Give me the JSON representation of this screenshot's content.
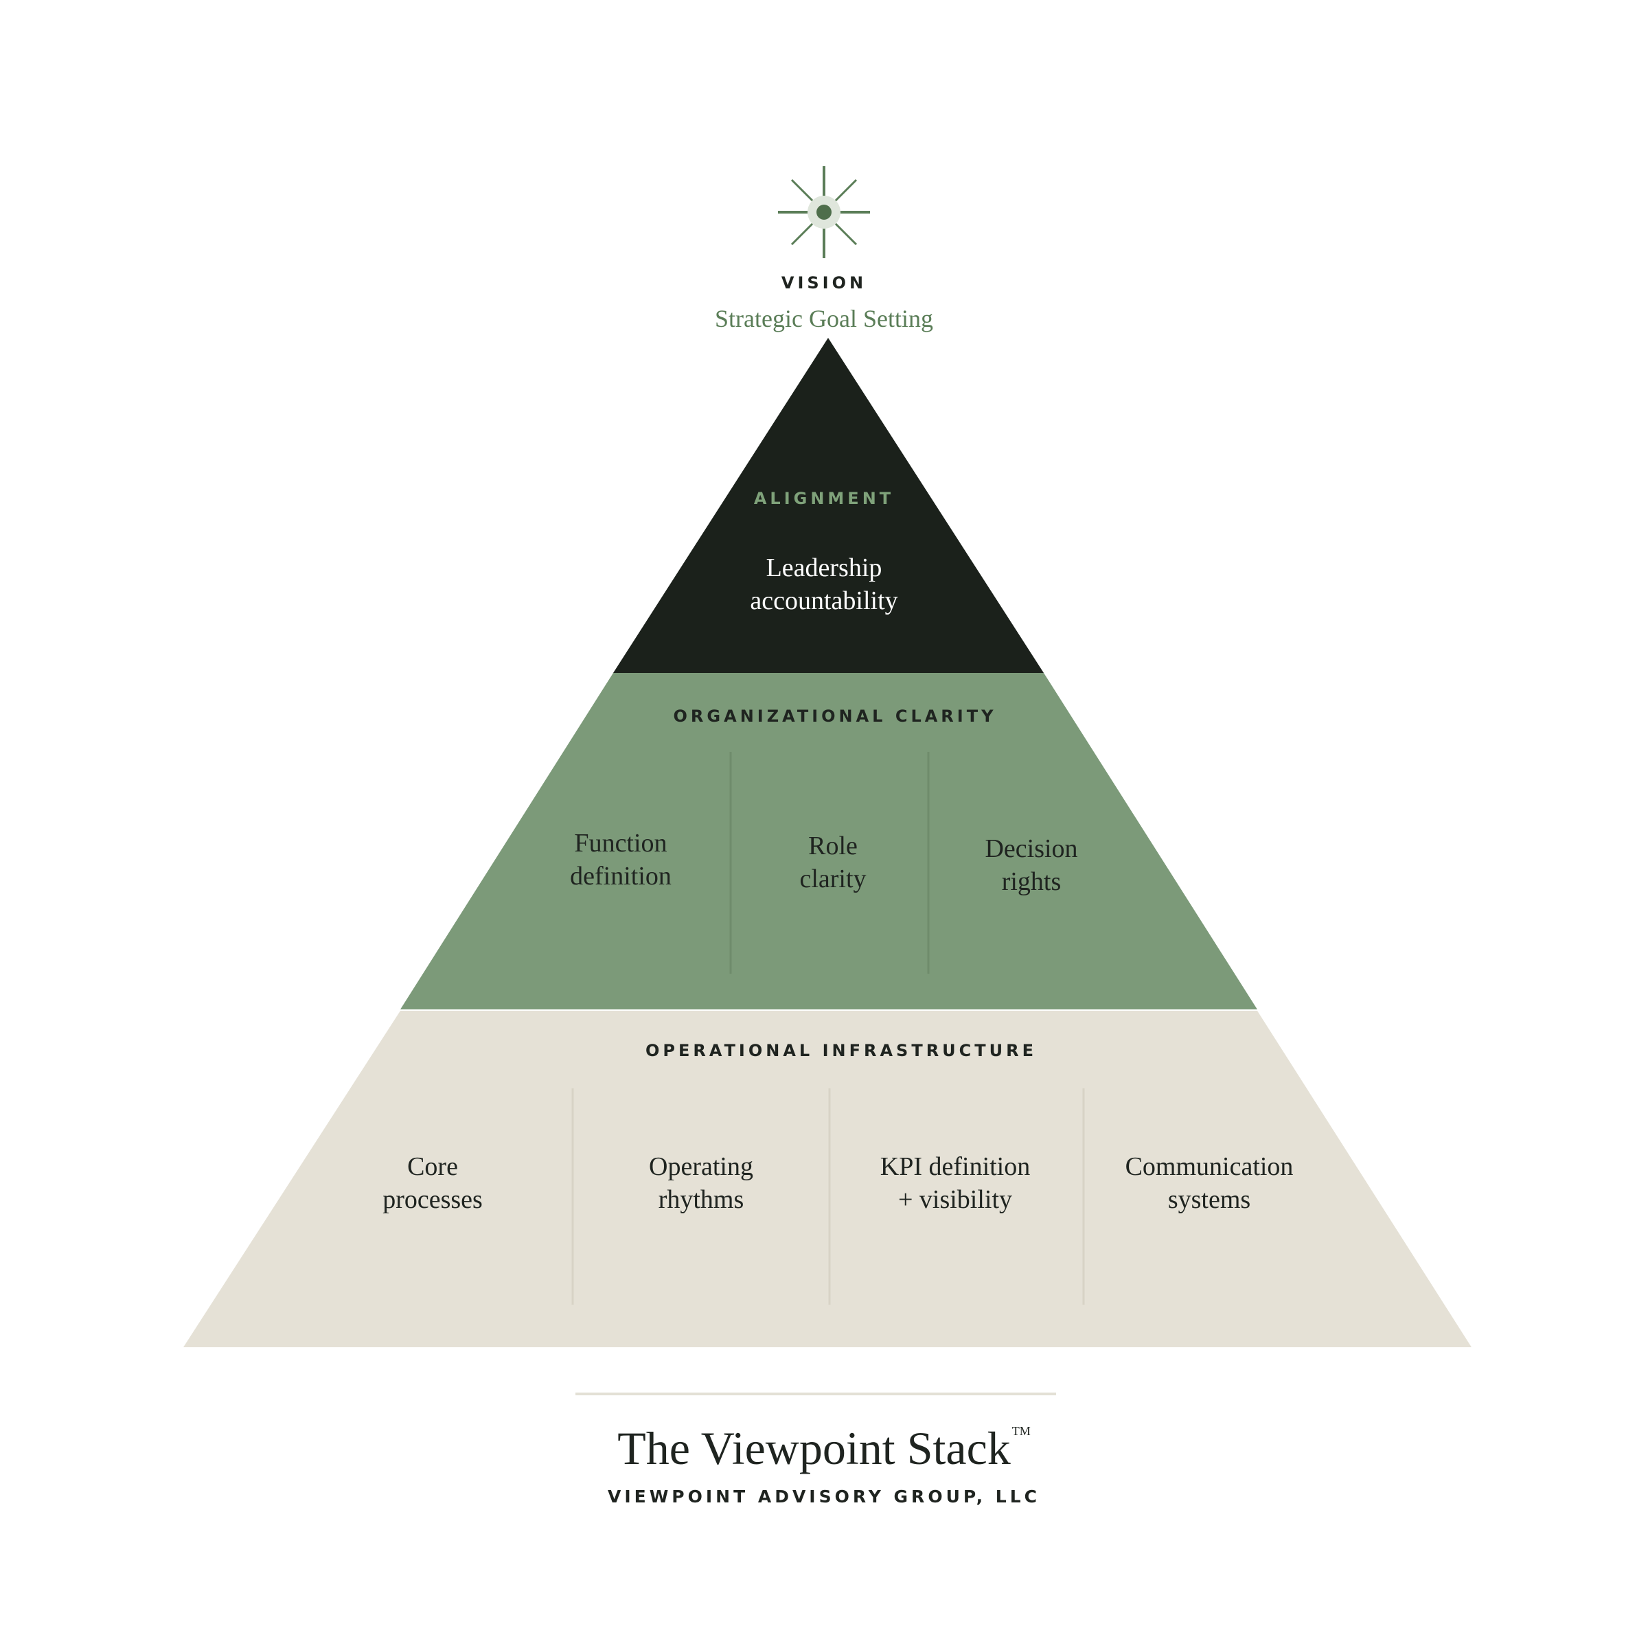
{
  "vision": {
    "tag": "VISION",
    "subtitle": "Strategic Goal Setting"
  },
  "tiers": {
    "alignment": {
      "tag": "ALIGNMENT",
      "lines": [
        "Leadership",
        "accountability"
      ]
    },
    "organizational_clarity": {
      "tag": "ORGANIZATIONAL CLARITY",
      "items": [
        {
          "lines": [
            "Function",
            "definition"
          ]
        },
        {
          "lines": [
            "Role",
            "clarity"
          ]
        },
        {
          "lines": [
            "Decision",
            "rights"
          ]
        }
      ]
    },
    "operational_infrastructure": {
      "tag": "OPERATIONAL INFRASTRUCTURE",
      "items": [
        {
          "lines": [
            "Core",
            "processes"
          ]
        },
        {
          "lines": [
            "Operating",
            "rhythms"
          ]
        },
        {
          "lines": [
            "KPI definition",
            "+ visibility"
          ]
        },
        {
          "lines": [
            "Communication",
            "systems"
          ]
        }
      ]
    }
  },
  "footer": {
    "title": "The Viewpoint Stack",
    "trademark": "TM",
    "company": "VIEWPOINT ADVISORY GROUP, LLC"
  },
  "colors": {
    "alignment_fill": "#1b211b",
    "clarity_fill": "#7c9a79",
    "infrastructure_fill": "#e5e1d6",
    "accent_green": "#5a7d57",
    "dark_text": "#1f2420"
  }
}
